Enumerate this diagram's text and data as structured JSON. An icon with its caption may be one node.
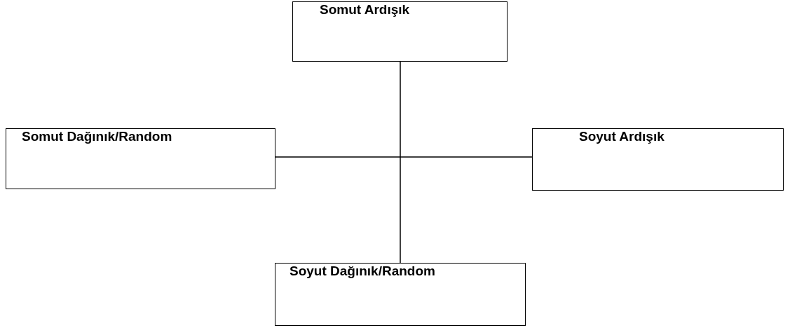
{
  "diagram": {
    "nodes": [
      {
        "text": [
          "Somut Ardışık"
        ]
      },
      {
        "text": [
          "Somut Dağınık/Random"
        ]
      },
      {
        "text": [
          "Soyut Ardışık"
        ]
      },
      {
        "text": [
          "Soyut Dağınık/Random"
        ]
      }
    ],
    "edges": [
      {
        "from": 0,
        "to": 3,
        "arrow": "none"
      },
      {
        "from": 1,
        "to": 2,
        "arrow": "none"
      }
    ]
  }
}
